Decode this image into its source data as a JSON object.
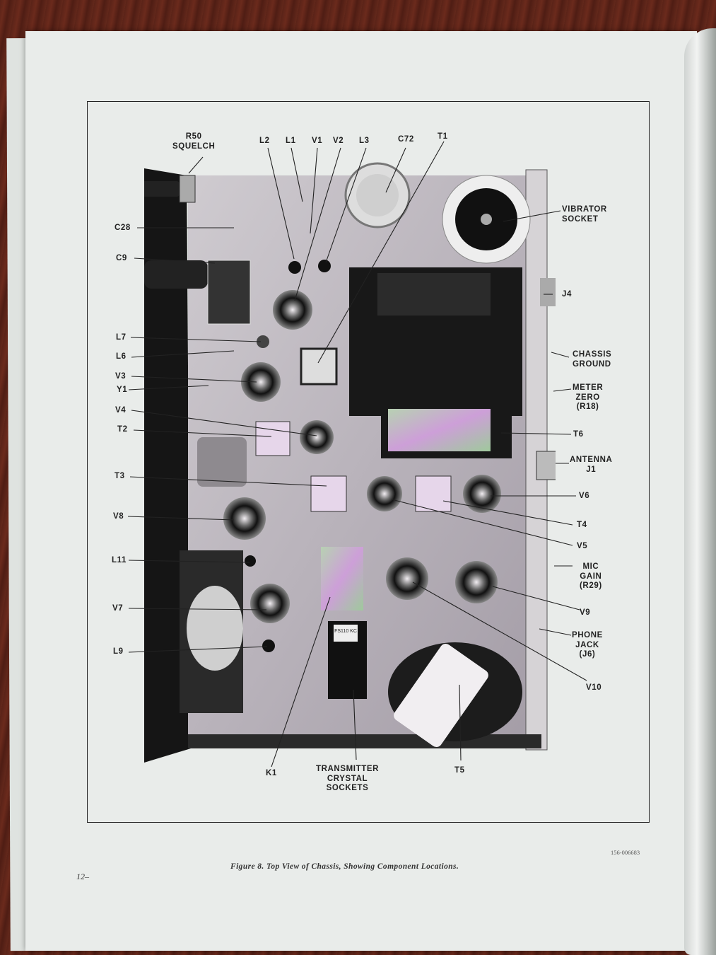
{
  "figure": {
    "caption": "Figure 8.  Top View of Chassis, Showing Component Locations.",
    "page_number": "12–",
    "doc_number": "156-006683"
  },
  "crystal_label": "FS110\nKC",
  "labels": {
    "r50": "R50\nSQUELCH",
    "l2": "L2",
    "l1": "L1",
    "v1": "V1",
    "v2": "V2",
    "l3": "L3",
    "c72": "C72",
    "t1": "T1",
    "vibrator": "VIBRATOR\nSOCKET",
    "c28": "C28",
    "c9": "C9",
    "j4": "J4",
    "l7": "L7",
    "l6": "L6",
    "chassis": "CHASSIS\nGROUND",
    "v3": "V3",
    "y1": "Y1",
    "meter": "METER\nZERO\n(R18)",
    "v4": "V4",
    "t2": "T2",
    "t6": "T6",
    "antenna": "ANTENNA\nJ1",
    "t3": "T3",
    "v6": "V6",
    "v8": "V8",
    "t4": "T4",
    "v5": "V5",
    "l11": "L11",
    "mic": "MIC\nGAIN\n(R29)",
    "v7": "V7",
    "v9": "V9",
    "phone": "PHONE\nJACK\n(J6)",
    "l9": "L9",
    "v10": "V10",
    "k1": "K1",
    "transmitter": "TRANSMITTER\nCRYSTAL\nSOCKETS",
    "t5": "T5"
  }
}
